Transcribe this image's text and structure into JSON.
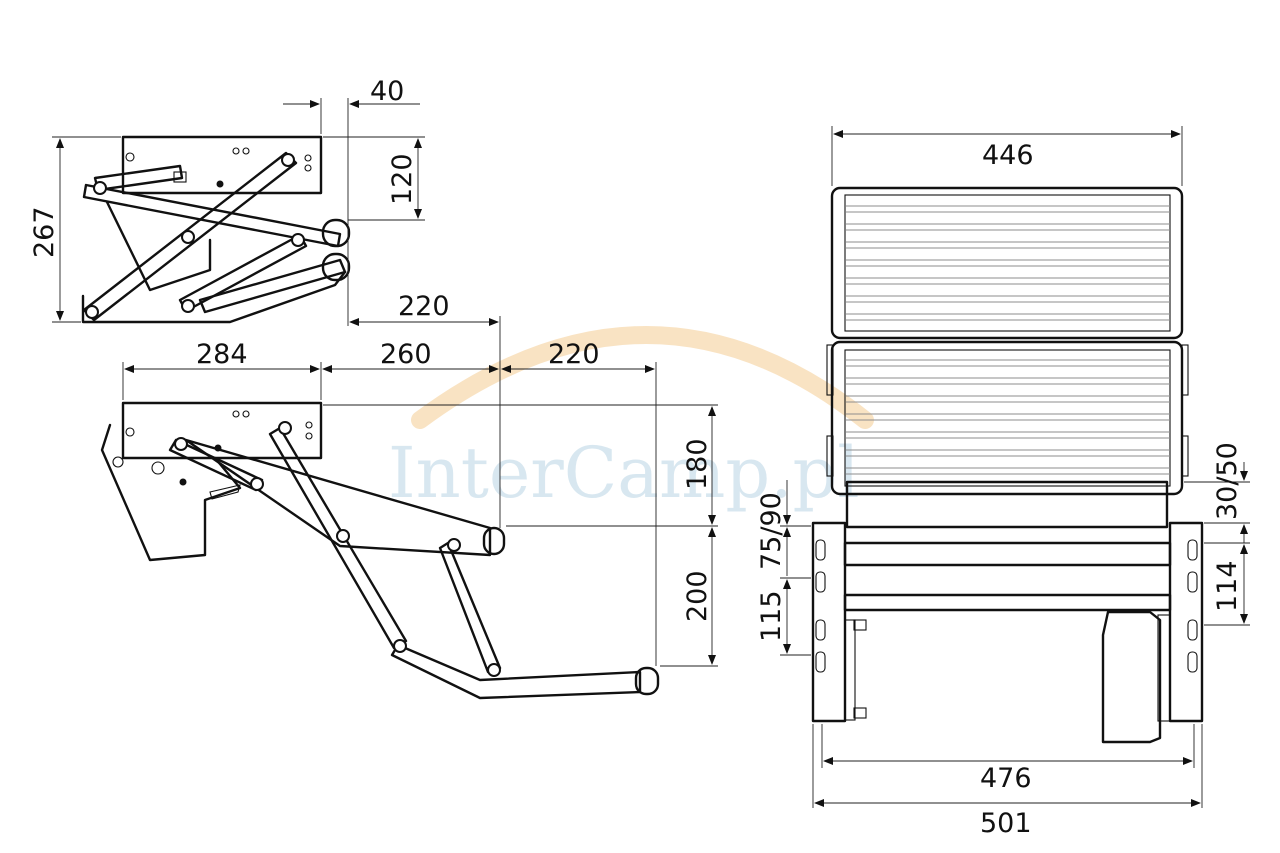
{
  "watermark": {
    "text": "InterCamp.pl",
    "arc_color": "#f2c27a",
    "text_color": "#b9d4e4"
  },
  "dimensions": {
    "folded_width_offset": "40",
    "folded_plate_height": "120",
    "folded_total_height": "267",
    "folded_reach": "220",
    "open_plate_width": "284",
    "open_mid_reach": "260",
    "open_end_reach": "220",
    "open_upper_drop": "180",
    "open_lower_drop": "200",
    "front_step_width": "446",
    "front_inner_width": "476",
    "front_total_width": "501",
    "front_top_gap": "30/50",
    "front_slot_height": "114",
    "front_mid_offset": "75/90",
    "front_low_offset": "115"
  }
}
